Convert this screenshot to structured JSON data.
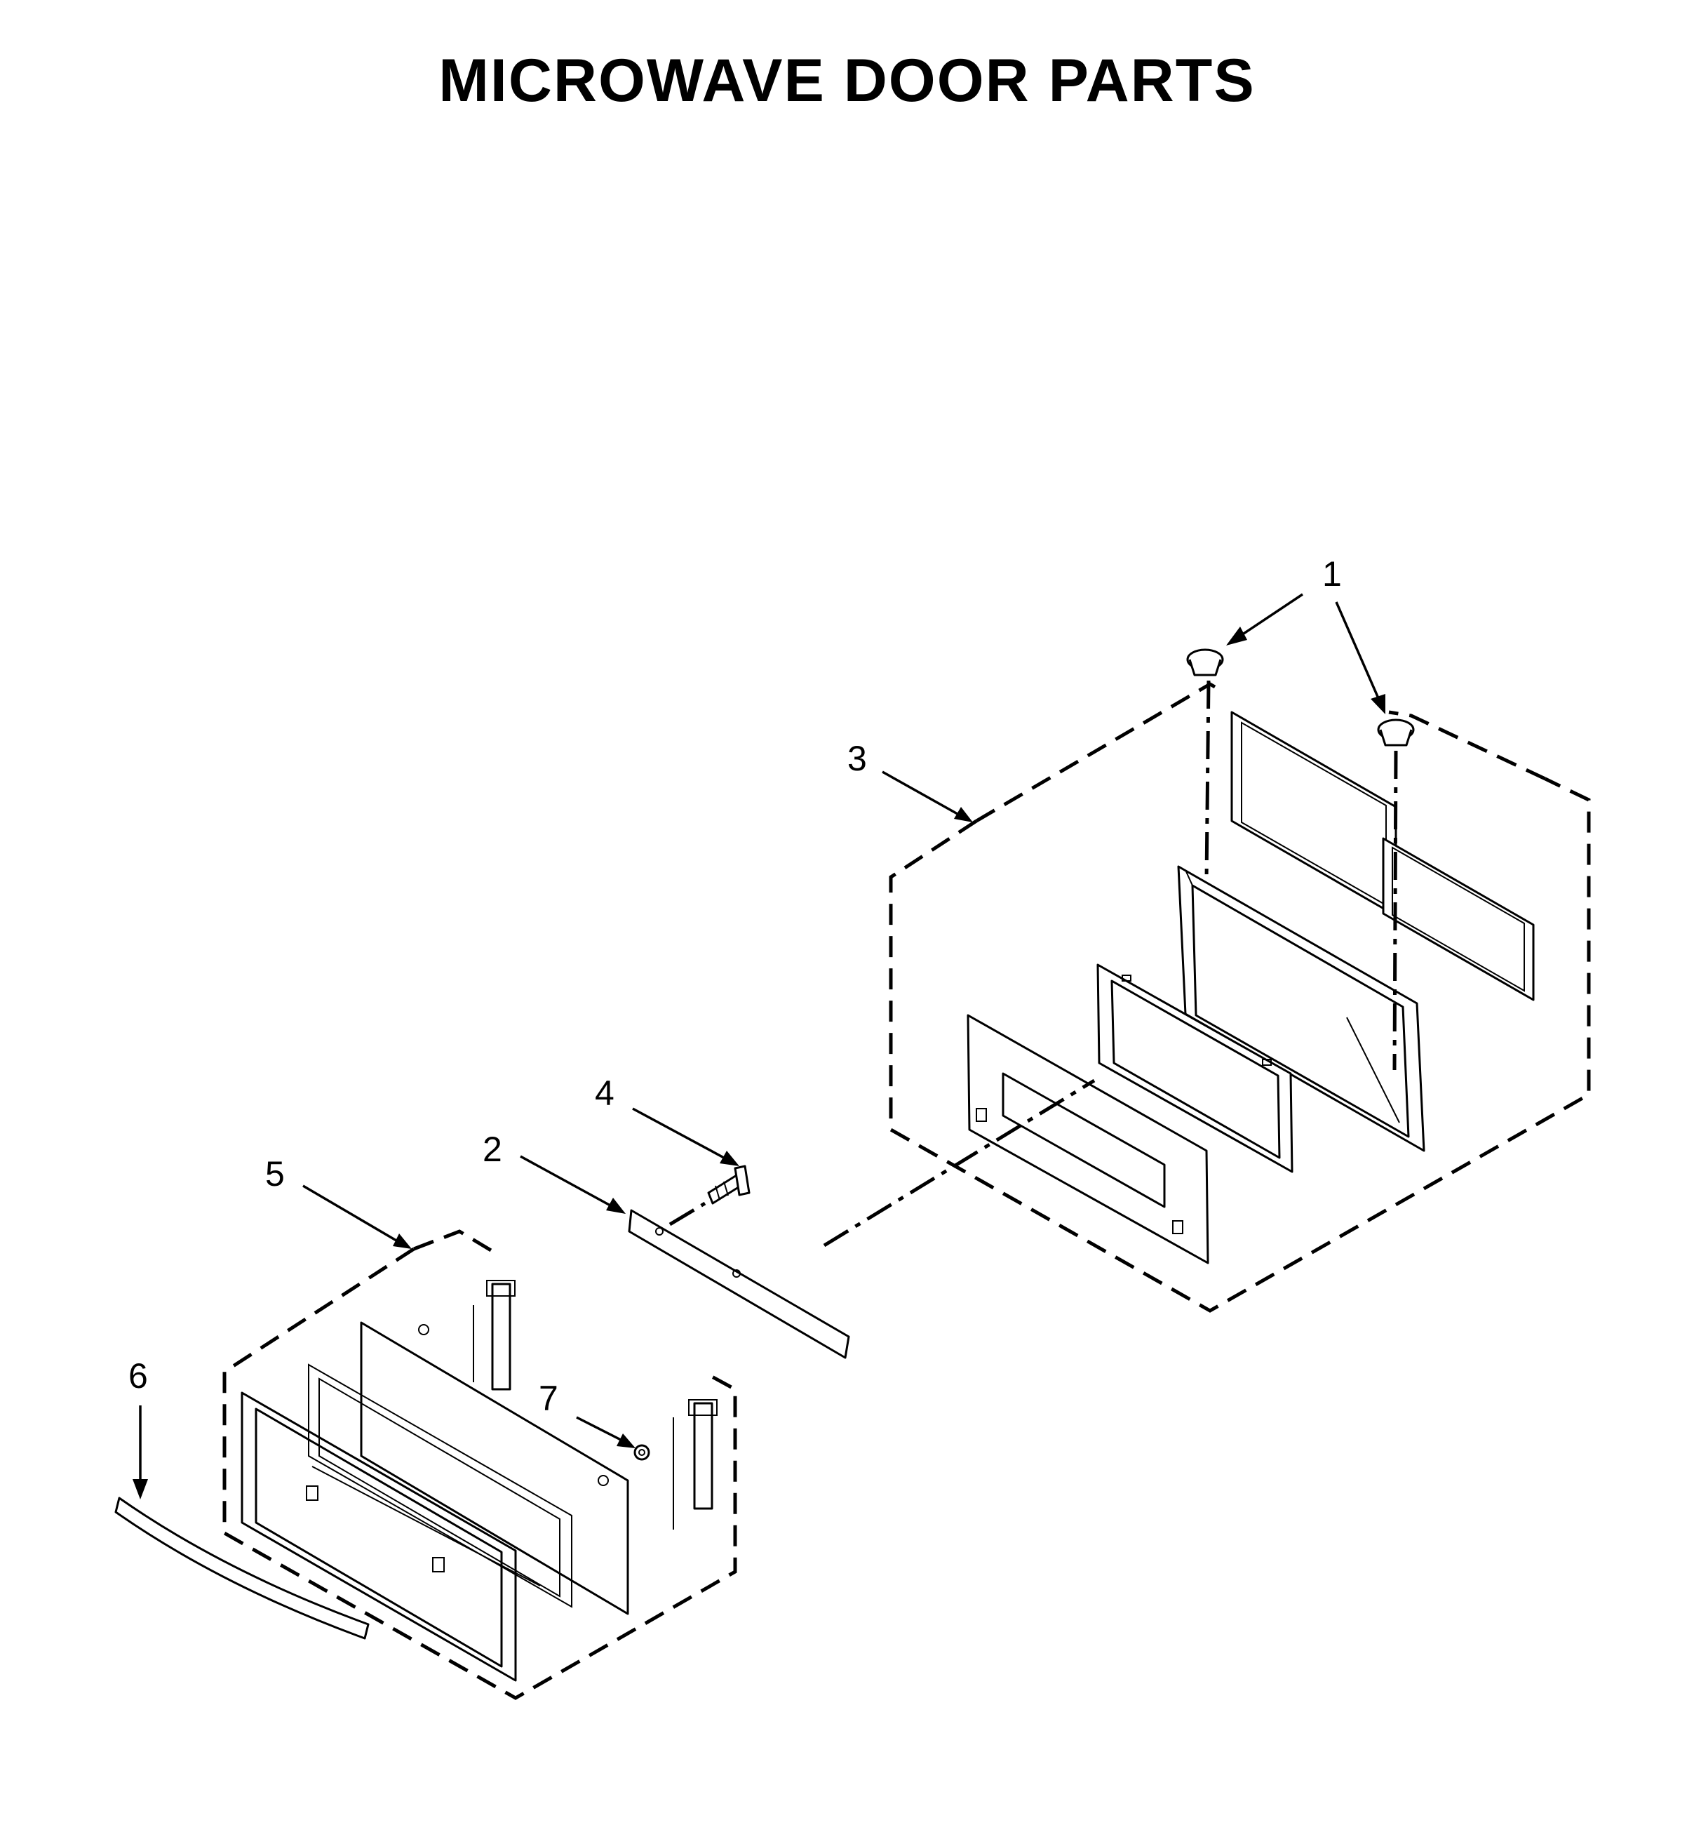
{
  "title": "MICROWAVE DOOR PARTS",
  "callouts": [
    {
      "id": "1",
      "label": "1"
    },
    {
      "id": "2",
      "label": "2"
    },
    {
      "id": "3",
      "label": "3"
    },
    {
      "id": "4",
      "label": "4"
    },
    {
      "id": "5",
      "label": "5"
    },
    {
      "id": "6",
      "label": "6"
    },
    {
      "id": "7",
      "label": "7"
    }
  ],
  "colors": {
    "ink": "#000000",
    "background": "#ffffff"
  }
}
